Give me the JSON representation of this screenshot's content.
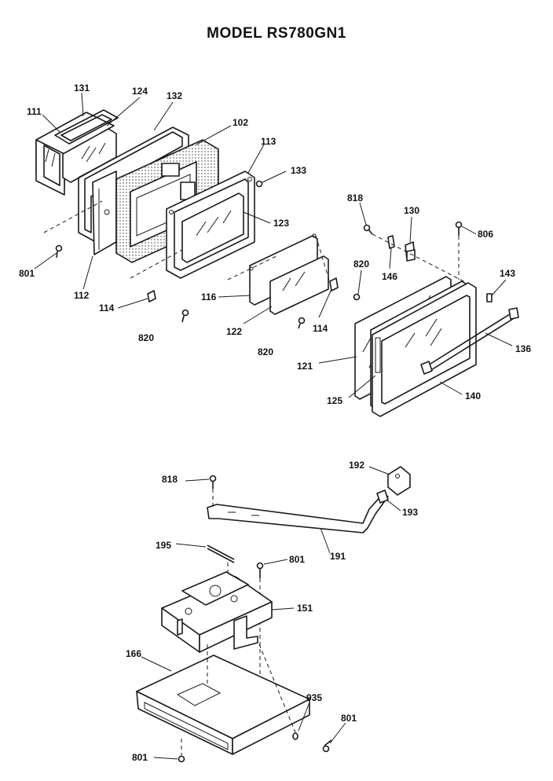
{
  "title": "MODEL RS780GN1",
  "callouts": {
    "c111": "111",
    "c131": "131",
    "c124": "124",
    "c132": "132",
    "c102": "102",
    "c113": "113",
    "c133": "133",
    "c123": "123",
    "c801a": "801",
    "c112": "112",
    "c114a": "114",
    "c820a": "820",
    "c116": "116",
    "c122": "122",
    "c820b": "820",
    "c114b": "114",
    "c820c": "820",
    "c818a": "818",
    "c130": "130",
    "c806": "806",
    "c146": "146",
    "c143": "143",
    "c136": "136",
    "c121": "121",
    "c125": "125",
    "c140": "140",
    "c818b": "818",
    "c192": "192",
    "c193": "193",
    "c191": "191",
    "c195": "195",
    "c801b": "801",
    "c151": "151",
    "c166": "166",
    "c935": "935",
    "c801c": "801",
    "c801d": "801"
  }
}
